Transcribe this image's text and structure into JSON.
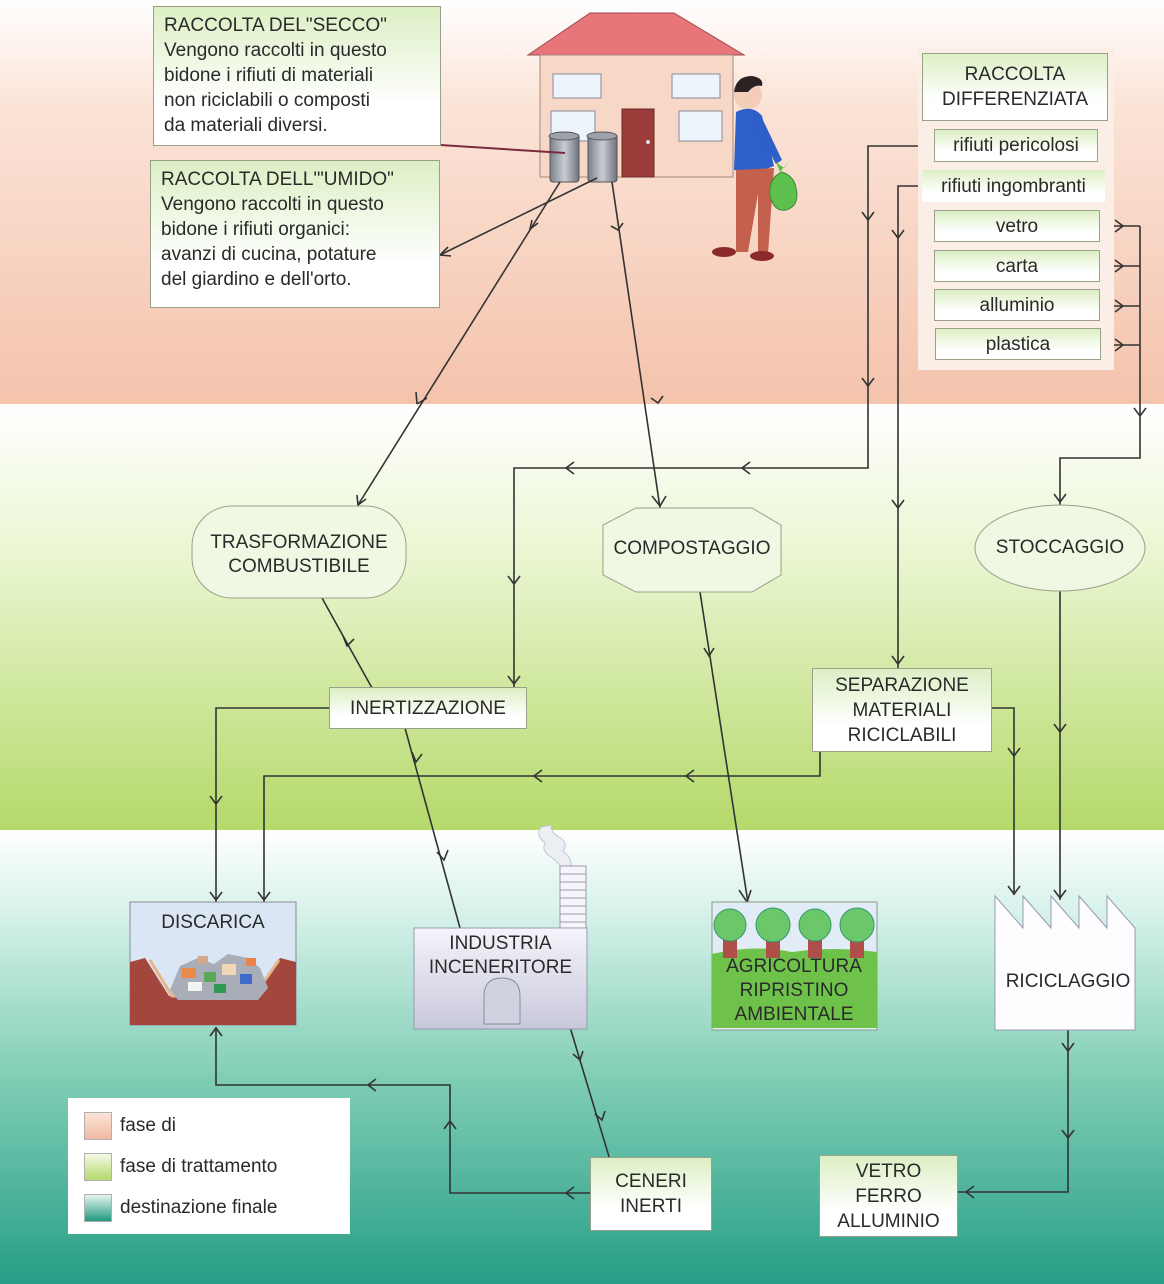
{
  "bands": {
    "collection_color": "#f4c3ac",
    "treatment_color": "#b5d96a",
    "final_color": "#279e86"
  },
  "secco": {
    "title": "RACCOLTA DEL\"SECCO\"",
    "lines": [
      "Vengono raccolti in questo",
      "bidone i rifiuti di materiali",
      "non riciclabili o composti",
      "da materiali diversi."
    ]
  },
  "umido": {
    "title": "RACCOLTA DELL'\"UMIDO\"",
    "lines": [
      "Vengono raccolti in questo",
      "bidone i rifiuti organici:",
      "avanzi di cucina, potature",
      "del giardino e dell'orto."
    ]
  },
  "differenziata": {
    "title_line1": "RACCOLTA",
    "title_line2": "DIFFERENZIATA",
    "items": [
      "rifiuti pericolosi",
      "rifiuti ingombranti",
      "vetro",
      "carta",
      "alluminio",
      "plastica"
    ]
  },
  "treatment": {
    "trasformazione_l1": "TRASFORMAZIONE",
    "trasformazione_l2": "COMBUSTIBILE",
    "compostaggio": "COMPOSTAGGIO",
    "stoccaggio": "STOCCAGGIO",
    "inertizzazione": "INERTIZZAZIONE",
    "separazione_l1": "SEPARAZIONE",
    "separazione_l2": "MATERIALI",
    "separazione_l3": "RICICLABILI"
  },
  "destinations": {
    "discarica": "DISCARICA",
    "industria_l1": "INDUSTRIA",
    "industria_l2": "INCENERITORE",
    "agricoltura_l1": "AGRICOLTURA",
    "agricoltura_l2": "RIPRISTINO",
    "agricoltura_l3": "AMBIENTALE",
    "riciclaggio": "RICICLAGGIO",
    "ceneri_l1": "CENERI",
    "ceneri_l2": "INERTI",
    "vetro_l1": "VETRO",
    "vetro_l2": "FERRO",
    "vetro_l3": "ALLUMINIO"
  },
  "legend": {
    "items": [
      {
        "label": "fase di",
        "color_top": "#fbe4d8",
        "color_bottom": "#f0b9a2"
      },
      {
        "label": "fase di trattamento",
        "color_top": "#f4fae6",
        "color_bottom": "#b5d96a"
      },
      {
        "label": "destinazione finale",
        "color_top": "#e6f6f1",
        "color_bottom": "#1f9a80"
      }
    ]
  }
}
